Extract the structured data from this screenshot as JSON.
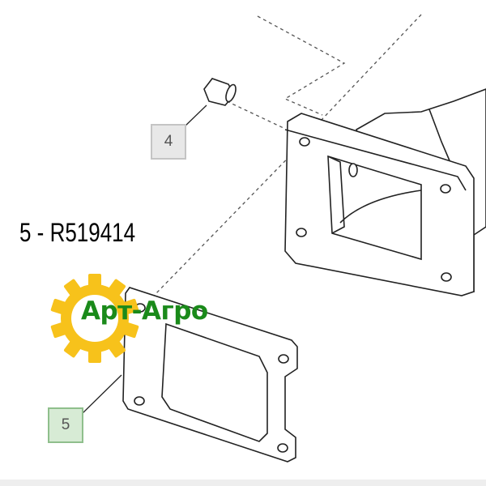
{
  "part_reference": "5 - R519414",
  "callouts": [
    {
      "number": "4"
    },
    {
      "number": "5"
    }
  ],
  "logo": {
    "text": "Арт-Агро",
    "gear_color": "#f7c21b",
    "text_color": "#1a8a1a"
  },
  "colors": {
    "callout4_fill": "#e8e8e8",
    "callout5_fill": "#d7ebd5",
    "line": "#222222"
  }
}
